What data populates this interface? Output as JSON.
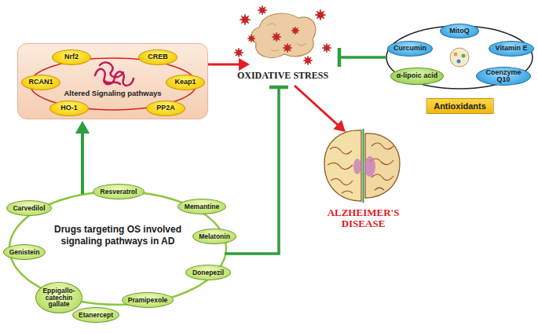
{
  "diagram": {
    "nodes": [
      {
        "text": [
          "Altered Signaling pathways"
        ]
      },
      {
        "text": [
          "Nrf2"
        ],
        "in": 0
      },
      {
        "text": [
          "CREB"
        ],
        "in": 0
      },
      {
        "text": [
          "RCAN1"
        ],
        "in": 0
      },
      {
        "text": [
          "Keap1"
        ],
        "in": 0
      },
      {
        "text": [
          "HO-1"
        ],
        "in": 0
      },
      {
        "text": [
          "PP2A"
        ],
        "in": 0
      },
      {
        "text": [
          "OXIDATIVE STRESS"
        ]
      },
      {
        "text": [
          "Antioxidants"
        ]
      },
      {
        "text": [
          "MitoQ"
        ],
        "in": 8
      },
      {
        "text": [
          "Curcumin"
        ],
        "in": 8
      },
      {
        "text": [
          "Vitamin E"
        ],
        "in": 8
      },
      {
        "text": [
          "α-lipoic acid"
        ],
        "in": 8
      },
      {
        "text": [
          "Coenzyme Q10"
        ],
        "in": 8
      },
      {
        "text": [
          "ALZHEIMER'S DISEASE"
        ]
      },
      {
        "text": [
          "Drugs targeting OS involved signaling pathways in AD"
        ]
      },
      {
        "text": [
          "Resveratrol"
        ],
        "in": 15
      },
      {
        "text": [
          "Carvedilol"
        ],
        "in": 15
      },
      {
        "text": [
          "Memantine"
        ],
        "in": 15
      },
      {
        "text": [
          "Melatonin"
        ],
        "in": 15
      },
      {
        "text": [
          "Genistein"
        ],
        "in": 15
      },
      {
        "text": [
          "Donepezil"
        ],
        "in": 15
      },
      {
        "text": [
          "Eppigallo- catechin gallate"
        ],
        "in": 15
      },
      {
        "text": [
          "Pramipexole"
        ],
        "in": 15
      },
      {
        "text": [
          "Etanercept"
        ],
        "in": 15
      }
    ],
    "edges": [
      {
        "from": 0,
        "to": 7,
        "arrow": "to"
      },
      {
        "from": 8,
        "to": 7,
        "arrow": "to"
      },
      {
        "from": 15,
        "to": 0,
        "arrow": "to"
      },
      {
        "from": 15,
        "to": 7,
        "arrow": "to"
      },
      {
        "from": 7,
        "to": 14,
        "arrow": "to"
      }
    ]
  }
}
